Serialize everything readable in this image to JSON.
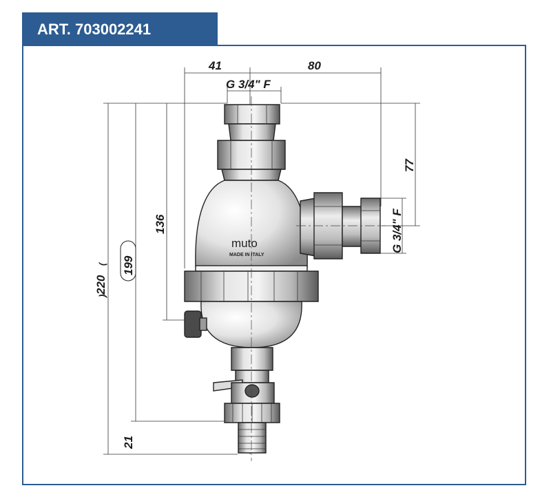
{
  "header": {
    "title": "ART. 703002241"
  },
  "dimensions": {
    "top_left": "41",
    "top_right": "80",
    "thread_top": "G 3/4\" F",
    "thread_side": "G 3/4\" F",
    "side_77": "77",
    "height_136": "136",
    "height_199": "199",
    "height_220": "220",
    "height_21": "21"
  },
  "product_marking": {
    "brand": "muto",
    "made_in": "MADE IN ITALY"
  },
  "colors": {
    "header_bg": "#2c5c92",
    "frame": "#2c5c92"
  }
}
